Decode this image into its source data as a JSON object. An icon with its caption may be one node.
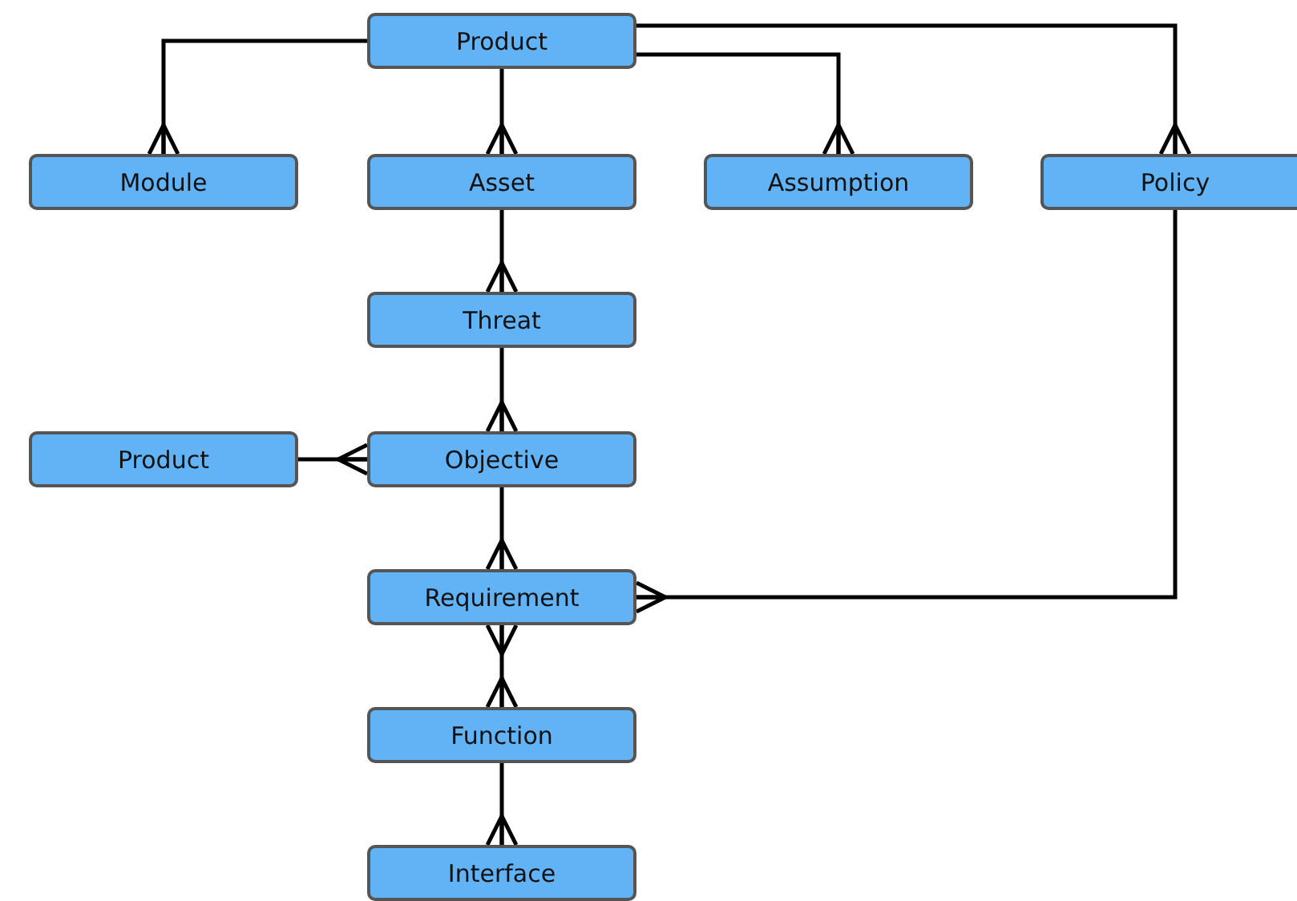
{
  "diagram": {
    "nodes": [
      {
        "text": [
          "Product"
        ]
      },
      {
        "text": [
          "Module"
        ]
      },
      {
        "text": [
          "Asset"
        ]
      },
      {
        "text": [
          "Assumption"
        ]
      },
      {
        "text": [
          "Policy"
        ]
      },
      {
        "text": [
          "Threat"
        ]
      },
      {
        "text": [
          "Product"
        ]
      },
      {
        "text": [
          "Objective"
        ]
      },
      {
        "text": [
          "Requirement"
        ]
      },
      {
        "text": [
          "Function"
        ]
      },
      {
        "text": [
          "Interface"
        ]
      }
    ],
    "edges": [
      {
        "from": 0,
        "to": 1,
        "arrow": "other"
      },
      {
        "from": 0,
        "to": 2,
        "arrow": "other"
      },
      {
        "from": 0,
        "to": 3,
        "arrow": "other"
      },
      {
        "from": 0,
        "to": 4,
        "arrow": "other"
      },
      {
        "from": 2,
        "to": 5,
        "arrow": "other"
      },
      {
        "from": 5,
        "to": 7,
        "arrow": "other"
      },
      {
        "from": 6,
        "to": 7,
        "arrow": "other"
      },
      {
        "from": 7,
        "to": 8,
        "arrow": "other"
      },
      {
        "from": 4,
        "to": 8,
        "arrow": "other"
      },
      {
        "from": 9,
        "to": 8,
        "arrow": "other"
      },
      {
        "from": 9,
        "to": 10,
        "arrow": "other"
      }
    ]
  }
}
